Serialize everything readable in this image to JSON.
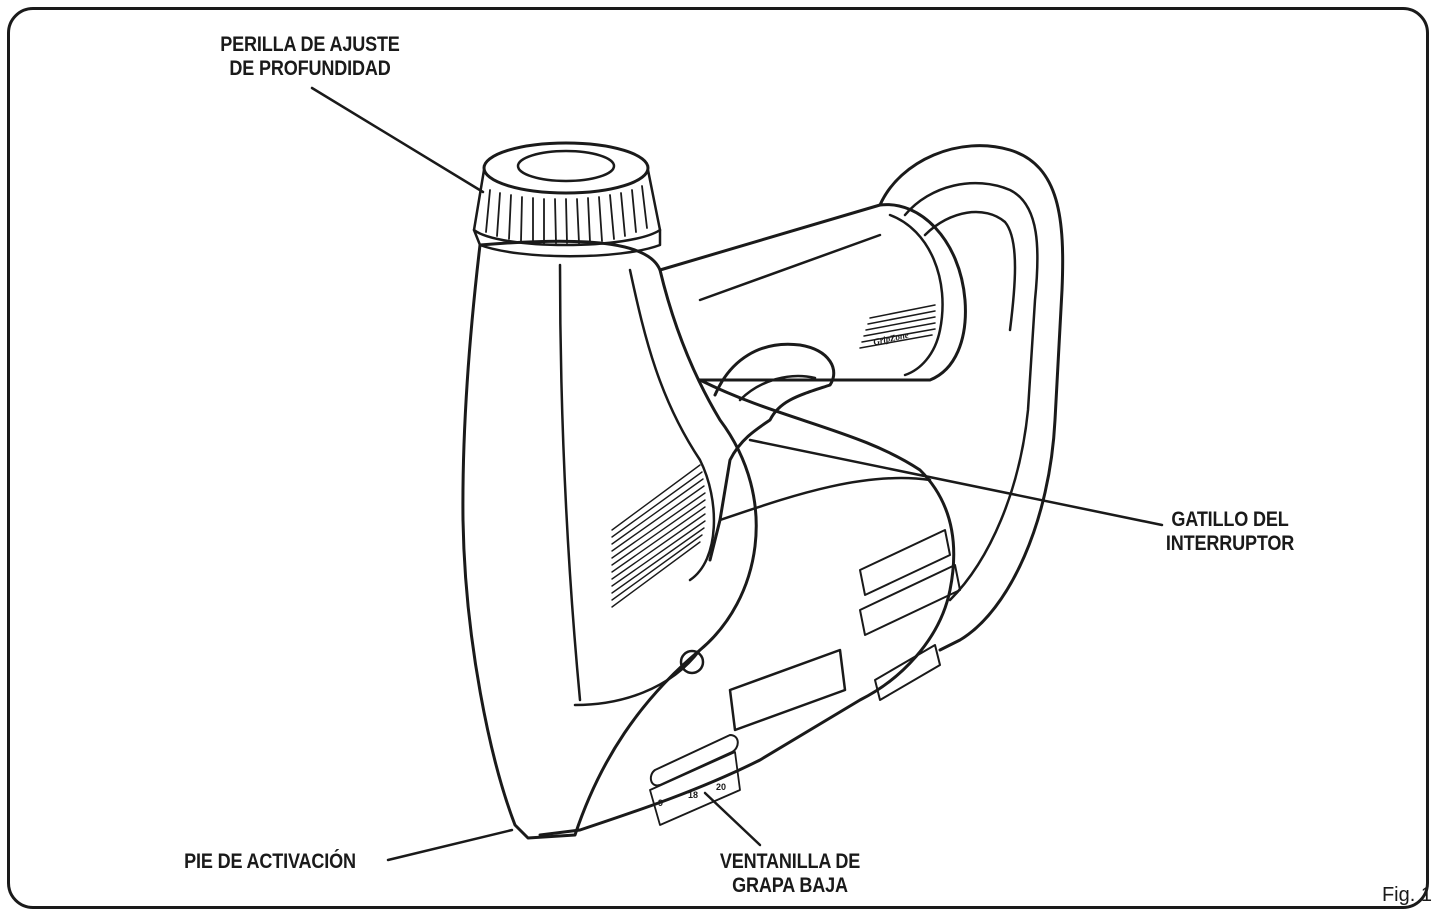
{
  "callouts": {
    "depth_knob": [
      "PERILLA DE AJUSTE",
      "DE PROFUNDIDAD"
    ],
    "switch_trigger": [
      "GATILLO DEL",
      "INTERRUPTOR"
    ],
    "activation_foot": [
      "PIE DE ACTIVACIÓN"
    ],
    "low_staple_window": [
      "VENTANILLA DE",
      "GRAPA BAJA"
    ]
  },
  "figure_label": "Fig. 1",
  "brand_mark": "GripZone",
  "scale_marks": [
    "9",
    "18",
    "20"
  ],
  "colors": {
    "line": "#1a1a1a",
    "background": "#ffffff"
  }
}
